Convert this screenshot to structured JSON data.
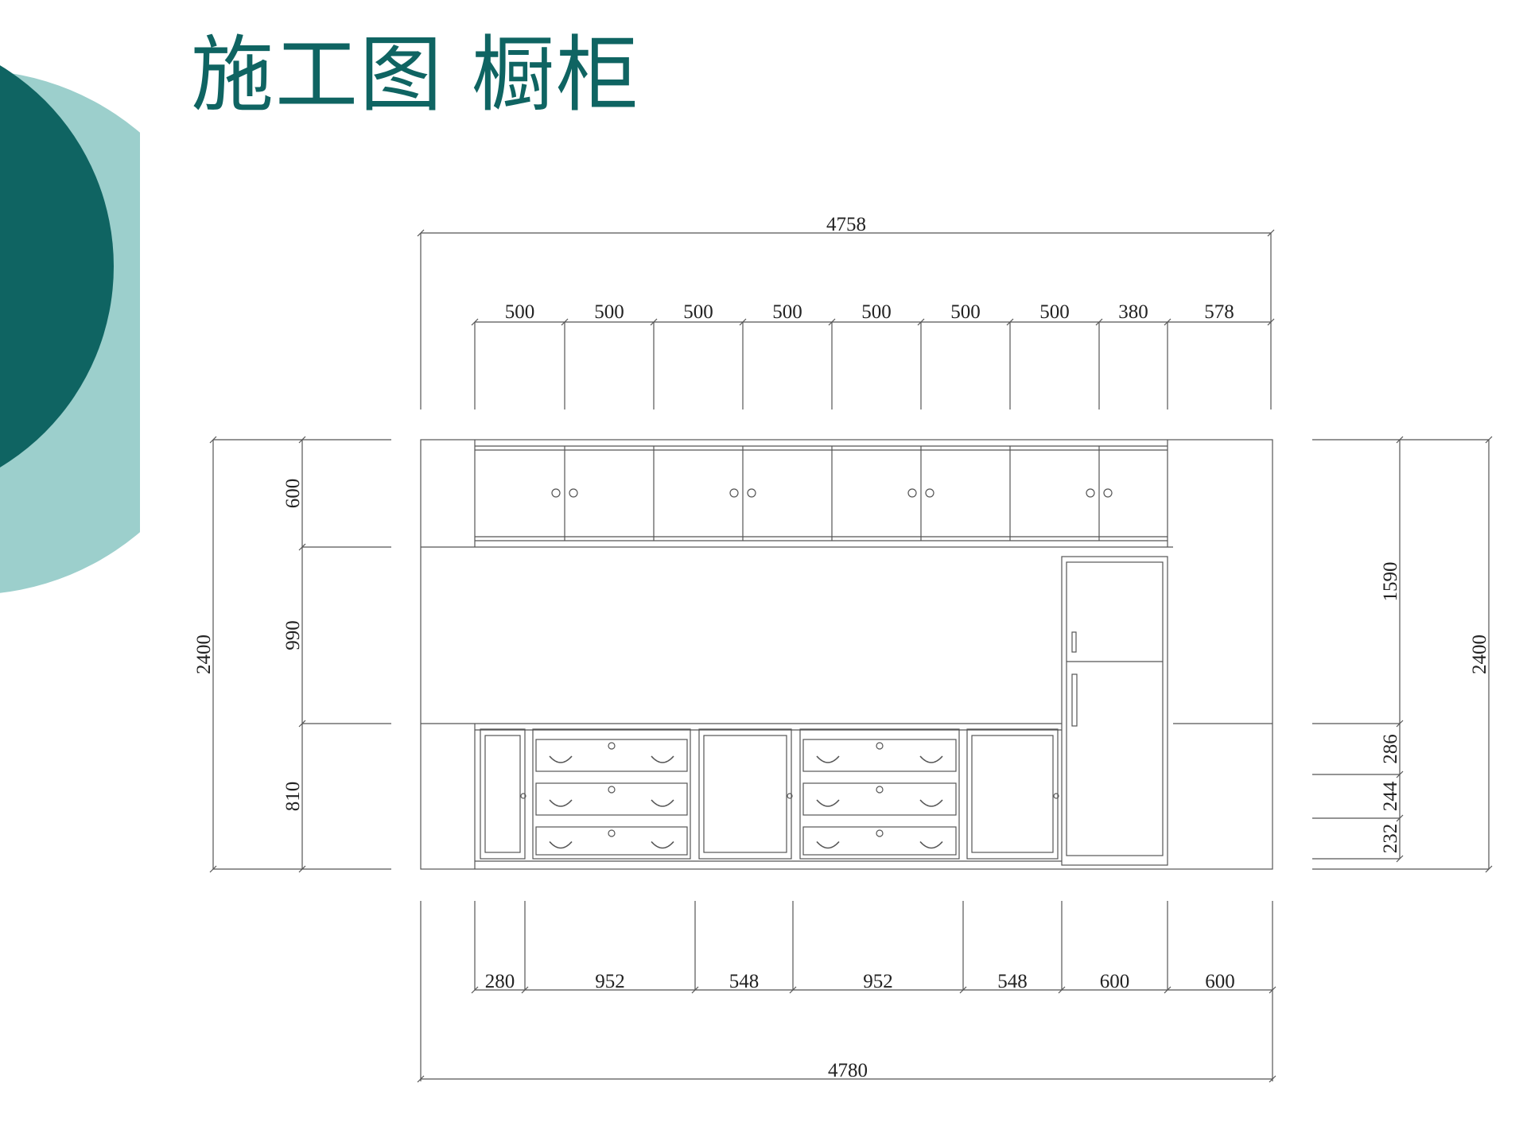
{
  "title": "施工图 橱柜",
  "colors": {
    "accent_dark": "#0f6462",
    "accent_light": "#9ccfcc",
    "line": "#555555"
  },
  "dimensions": {
    "top_overall": "4758",
    "top_segments": [
      "500",
      "500",
      "500",
      "500",
      "500",
      "500",
      "500",
      "380",
      "578"
    ],
    "bottom_overall": "4780",
    "bottom_segments": [
      "280",
      "952",
      "548",
      "952",
      "548",
      "600",
      "600"
    ],
    "left_overall": "2400",
    "left_segments": [
      "600",
      "990",
      "810"
    ],
    "right_overall": "2400",
    "right_segments": [
      "1590",
      "286",
      "244",
      "232"
    ]
  }
}
